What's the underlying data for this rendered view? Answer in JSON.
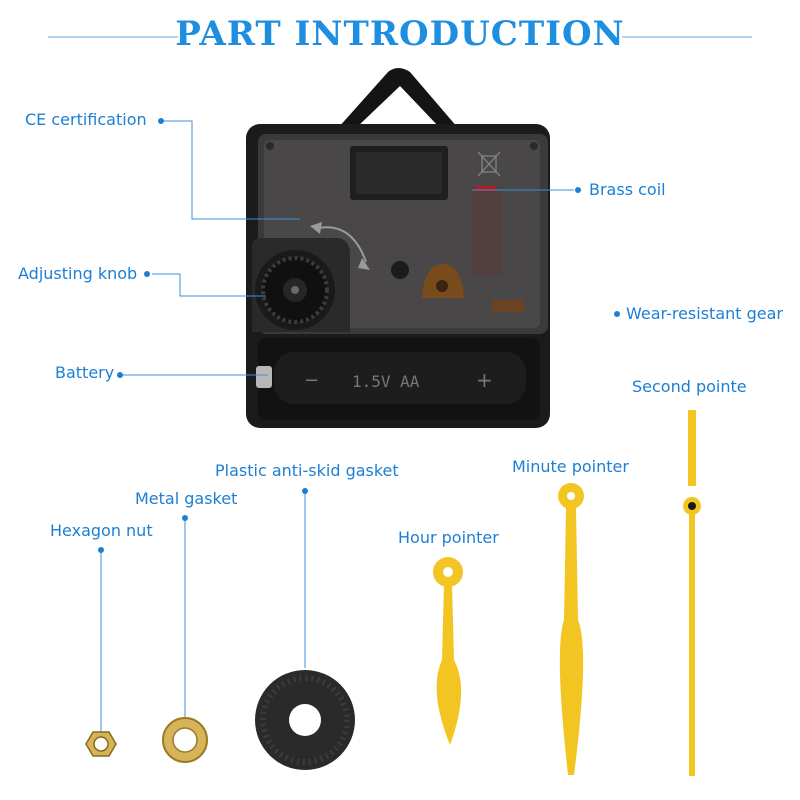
{
  "title": "PART INTRODUCTION",
  "labels": {
    "ce_certification": "CE certification",
    "adjusting_knob": "Adjusting knob",
    "battery": "Battery",
    "brass_coil": "Brass coil",
    "wear_resistant_gear": "Wear-resistant gear",
    "second_pointer": "Second pointe",
    "minute_pointer": "Minute pointer",
    "hour_pointer": "Hour pointer",
    "plastic_gasket": "Plastic anti-skid gasket",
    "metal_gasket": "Metal gasket",
    "hexagon_nut": "Hexagon nut"
  },
  "battery_markings": {
    "minus": "−",
    "voltage": "1.5V AA",
    "plus": "+"
  },
  "colors": {
    "accent": "#1e8fe0",
    "label": "#1c7fd4",
    "gold": "#f3c522",
    "housing": "#1a1a1a"
  }
}
